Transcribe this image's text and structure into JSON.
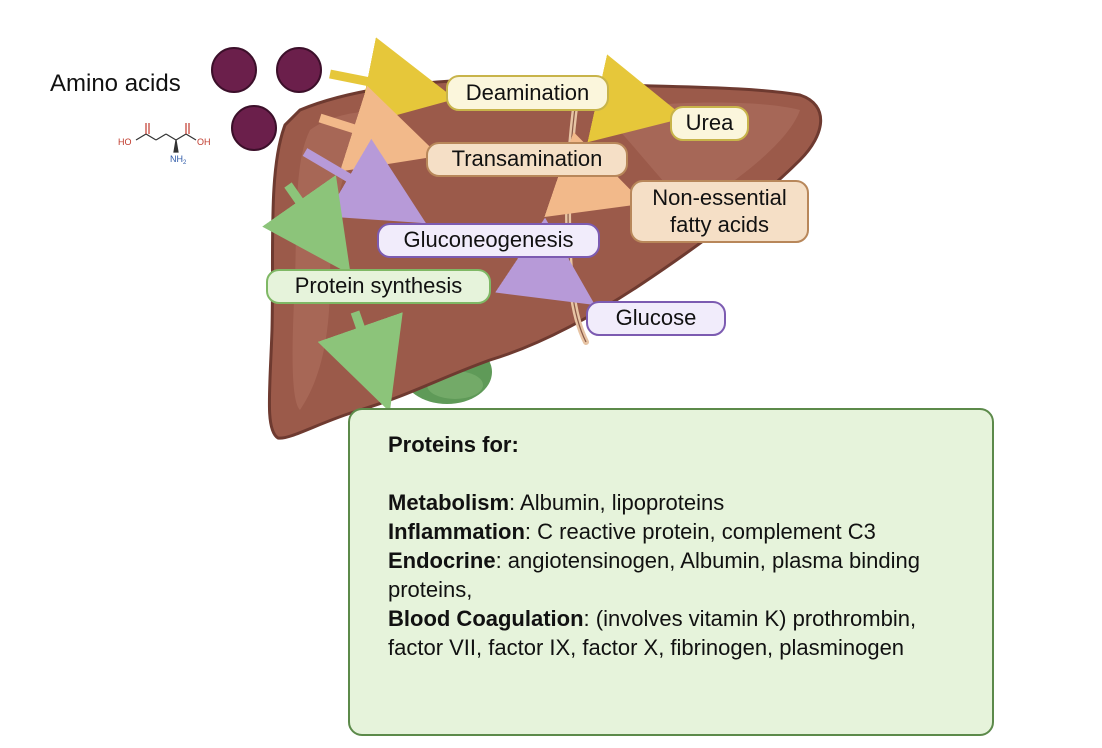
{
  "amino_acids": {
    "title": "Amino acids",
    "molecule_labels": {
      "hydroxyl_left": "HO",
      "hydroxyl_right": "OH",
      "amine": "NH",
      "amine_subscript": "2"
    }
  },
  "nodes": {
    "deamination": "Deamination",
    "urea": "Urea",
    "transamination": "Transamination",
    "non_essential_line1": "Non-essential",
    "non_essential_line2": "fatty acids",
    "gluconeogenesis": "Gluconeogenesis",
    "glucose": "Glucose",
    "protein_synthesis": "Protein synthesis"
  },
  "proteins_box": {
    "heading": "Proteins for:",
    "items": [
      {
        "category": "Metabolism",
        "text": ": Albumin, lipoproteins"
      },
      {
        "category": "Inflammation",
        "text": ": C reactive protein, complement C3"
      },
      {
        "category": "Endocrine",
        "text": ": angiotensinogen, Albumin, plasma binding proteins,"
      },
      {
        "category": "Blood Coagulation",
        "text": ": (involves vitamin K) prothrombin, factor VII, factor IX, factor X, fibrinogen, plasminogen"
      }
    ]
  },
  "colors": {
    "amino_acid_dot": "#6b1f4b",
    "liver": "#9b5a4a",
    "liver_dark": "#7a3e33",
    "gallbladder": "#5f9a58",
    "arrow_yellow": "#e6c73a",
    "arrow_peach": "#f2b98a",
    "arrow_purple": "#b79ad8",
    "arrow_green": "#8cc47a"
  }
}
